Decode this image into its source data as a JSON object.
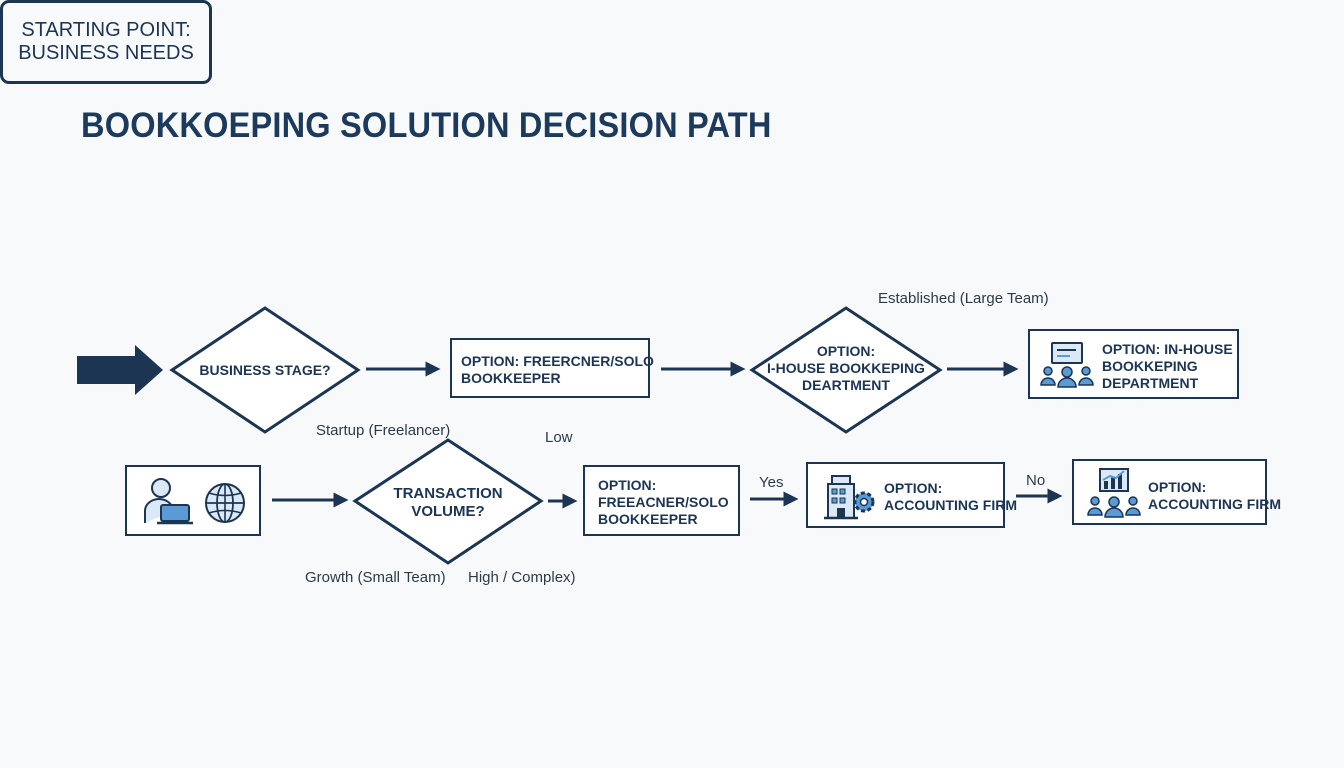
{
  "title": "BOOKKOEPING SOLUTION DECISION PATH",
  "start": {
    "line1": "STARTING POINT:",
    "line2": "BUSINESS NEEDS"
  },
  "decisions": {
    "business_stage": "BUSINESS STAGE?",
    "transaction_line1": "TRANSACTION",
    "transaction_line2": "VOLUME?",
    "inhouse_line1": "OPTION:",
    "inhouse_line2": "I-HOUSE BOOKKEPING",
    "inhouse_line3": "DEARTMENT"
  },
  "options": {
    "freelancer_top_line1": "OPTION: FREERCNER/SOLO",
    "freelancer_top_line2": "BOOKKEEPER",
    "inhouse_line1": "OPTION: IN-HOUSE",
    "inhouse_line2": "BOOKKEPING",
    "inhouse_line3": "DEPARTMENT",
    "freelancer_bottom_line1": "OPTION:",
    "freelancer_bottom_line2": "FREEACNER/SOLO",
    "freelancer_bottom_line3": "BOOKKEEPER",
    "accounting_a_line1": "OPTION:",
    "accounting_a_line2": "ACCOUNTING FIRM",
    "accounting_b_line1": "OPTION:",
    "accounting_b_line2": "ACCOUNTING FIRM"
  },
  "edge_labels": {
    "established": "Established (Large Team)",
    "startup": "Startup (Freelancer)",
    "low": "Low",
    "growth": "Growth (Small Team)",
    "high": "High / Complex)",
    "yes": "Yes",
    "no": "No"
  },
  "icons": {
    "freelancer_panel": [
      "person-laptop-icon",
      "globe-icon"
    ],
    "inhouse": "team-presentation-icon",
    "accounting_a": "building-gear-icon",
    "accounting_b": "team-chart-icon"
  },
  "colors": {
    "navy": "#1b3553",
    "icon_blue": "#5b9bd5",
    "background": "#f8f9fa"
  }
}
